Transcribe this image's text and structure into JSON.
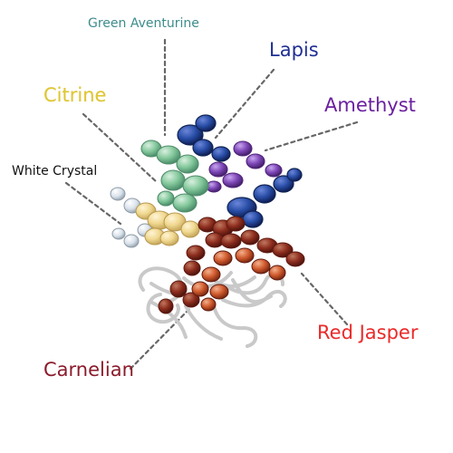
{
  "labels": {
    "green_aventurine": {
      "text": "Green Aventurine",
      "color": "#3d8c8c"
    },
    "lapis": {
      "text": "Lapis",
      "color": "#1f2f93"
    },
    "citrine": {
      "text": "Citrine",
      "color": "#e1c72e"
    },
    "amethyst": {
      "text": "Amethyst",
      "color": "#6b1f9f"
    },
    "white_crystal": {
      "text": "White Crystal",
      "color": "#111111"
    },
    "red_jasper": {
      "text": "Red Jasper",
      "color": "#ea2a2a"
    },
    "carnelian": {
      "text": "Carnelian",
      "color": "#8b1b2b"
    }
  },
  "colors": {
    "leader_line": "#666666",
    "wire": "#c7c7c7",
    "lapis_stone": "#1f3c8e",
    "amethyst_stone": "#6e3aa7",
    "aventurine_stone": "#7ebf99",
    "citrine_stone": "#eed99a",
    "clear_quartz_stone": "#d9e2ea",
    "carnelian_stone": "#c9542b",
    "red_jasper_stone": "#8c2b1b"
  }
}
